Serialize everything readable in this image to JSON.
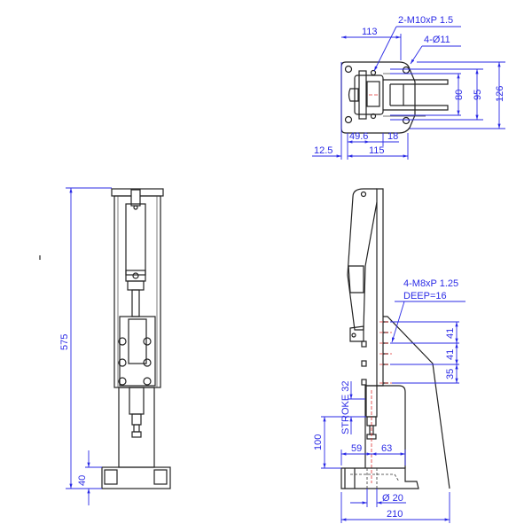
{
  "top_view": {
    "dim_113": "113",
    "thread_note": "2-M10xP 1.5",
    "hole_note": "4-Ø11",
    "dim_80": "80",
    "dim_95": "95",
    "dim_126": "126",
    "dim_49_6": "49.6",
    "dim_18": "18",
    "dim_115": "115",
    "dim_12_5": "12.5"
  },
  "front_view": {
    "dim_575": "575",
    "dim_40": "40"
  },
  "side_view": {
    "thread_note_1": "4-M8xP 1.25",
    "thread_note_2": "DEEP=16",
    "dim_41a": "41",
    "dim_41b": "41",
    "dim_35": "35",
    "stroke_label": "STROKE 32",
    "dim_100": "100",
    "dim_59": "59",
    "dim_63": "63",
    "dim_dia20": "Ø 20",
    "dim_210": "210"
  },
  "colors": {
    "dimension": "#2a2ae6",
    "outline": "#222222",
    "centerline": "#e03030"
  }
}
